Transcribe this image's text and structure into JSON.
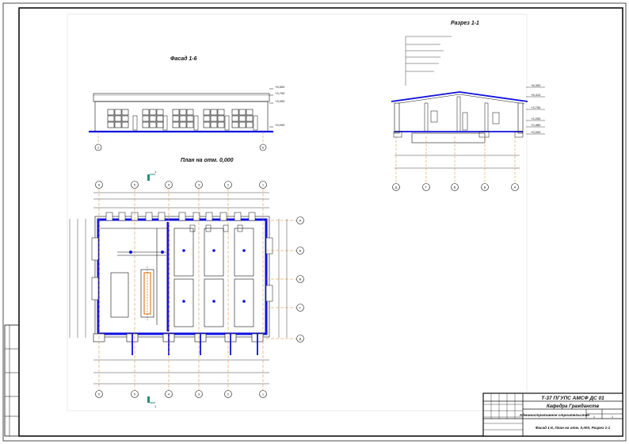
{
  "views": {
    "facade_title": "Фасад 1-6",
    "section_title": "Разрез 1-1",
    "plan_title": "План на отм. 0,000"
  },
  "section_marks": {
    "top": "1",
    "bottom": "1"
  },
  "plan_axes": {
    "top": [
      "6",
      "5",
      "4",
      "3",
      "2",
      "1"
    ],
    "right": [
      "А",
      "Б",
      "В",
      "Г",
      "Д"
    ]
  },
  "facade_axes": [
    "1",
    "6"
  ],
  "section_axes": [
    "Д",
    "Г",
    "В",
    "Б",
    "А"
  ],
  "section_levels": [
    "+6,300",
    "+5,410",
    "+3,700",
    "+2,200",
    "+0,480",
    "+0,000"
  ],
  "facade_levels": [
    "+5,500",
    "+3,700",
    "+3,000",
    "+0,000"
  ],
  "title_block": {
    "code": "Т-37 ПГУПС АМСФ ДС 01",
    "org": "Кафедра Гражданств",
    "name": "Административное строительство",
    "sheet_desc": "Фасад 1-6, План на отм. 0,000, Разрез 1-1",
    "sheet": "1",
    "sheets": "1"
  },
  "colors": {
    "accent": "#1010e0",
    "line": "#111111",
    "axis": "#e08020",
    "mark": "#2a8a7a"
  }
}
